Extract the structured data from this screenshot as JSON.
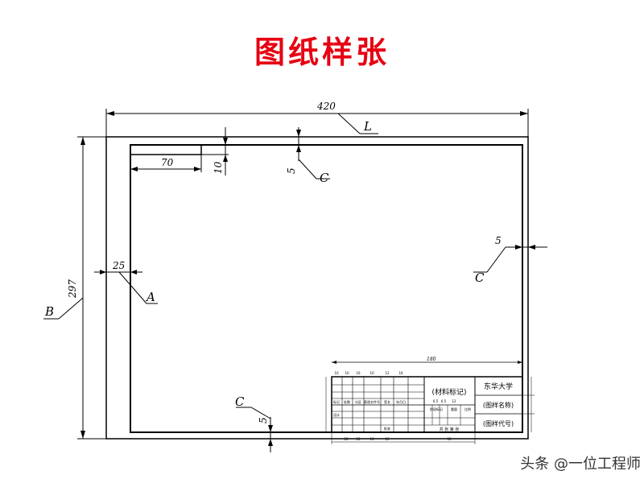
{
  "title": "图纸样张",
  "title_color": "#e60012",
  "dims": {
    "width": "420",
    "height": "297",
    "margin_left": "25",
    "margin_other": "5",
    "stub_width": "70",
    "stub_height": "10",
    "title_block_width": "180",
    "label_L": "L",
    "label_B": "B",
    "label_C": "C",
    "label_A": "A"
  },
  "title_block": {
    "material": "(材料标记)",
    "school": "东华大学",
    "drawing_name": "(图样名称)",
    "drawing_code": "(图样代号)",
    "left_labels": [
      "标记",
      "处数",
      "分区",
      "更改文件号",
      "签名",
      "年月日"
    ],
    "design_label": "设计",
    "approve_label": "批准",
    "stage_label": "阶段标记",
    "weight_label": "重量",
    "scale_label": "比例",
    "sheet_text": "共 张 第 张",
    "numbers": [
      "10",
      "10",
      "16",
      "10",
      "12",
      "16",
      "12",
      "12",
      "16",
      "12",
      "6.5",
      "6.5",
      "12",
      "50"
    ]
  },
  "watermark": "头条 @一位工程师"
}
